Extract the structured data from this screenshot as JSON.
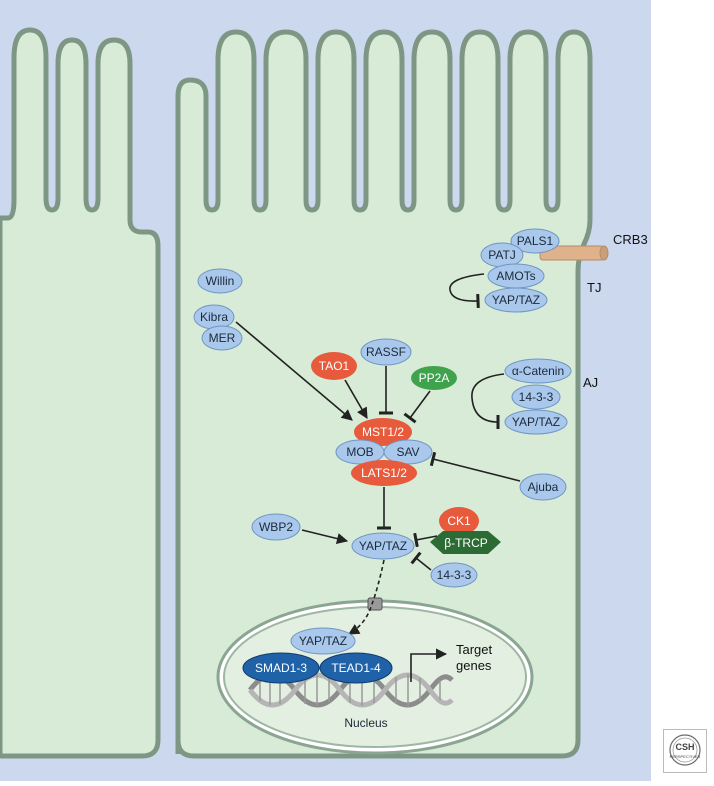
{
  "labels": {
    "pals1": "PALS1",
    "crb3": "CRB3",
    "patj": "PATJ",
    "amots": "AMOTs",
    "yaptaz_tj": "YAP/TAZ",
    "tj": "TJ",
    "willin": "Willin",
    "kibra": "Kibra",
    "mer": "MER",
    "tao1": "TAO1",
    "rassf": "RASSF",
    "pp2a": "PP2A",
    "alpha_catenin": "α-Catenin",
    "aj": "AJ",
    "p1433_aj": "14-3-3",
    "yaptaz_aj": "YAP/TAZ",
    "mst": "MST1/2",
    "mob": "MOB",
    "sav": "SAV",
    "lats": "LATS1/2",
    "ajuba": "Ajuba",
    "ck1": "CK1",
    "btrcp": "β-TRCP",
    "wbp2": "WBP2",
    "yaptaz_main": "YAP/TAZ",
    "p1433_main": "14-3-3",
    "yaptaz_nuc": "YAP/TAZ",
    "smad": "SMAD1-3",
    "tead": "TEAD1-4",
    "target_line1": "Target",
    "target_line2": "genes",
    "nucleus": "Nucleus",
    "logo_top": "CSH",
    "logo_bottom": "PERSPECTIVES"
  },
  "colors": {
    "background": "#ccd8ee",
    "cytoplasm": "#d8ebd7",
    "membrane": "#7e9785",
    "protein_blue": "#a9c8ec",
    "protein_red": "#e85a3c",
    "protein_green": "#3fa34d",
    "btrcp": "#2d6b35",
    "dna_binding": "#1f62a8",
    "crb3": "#e0b28c"
  }
}
